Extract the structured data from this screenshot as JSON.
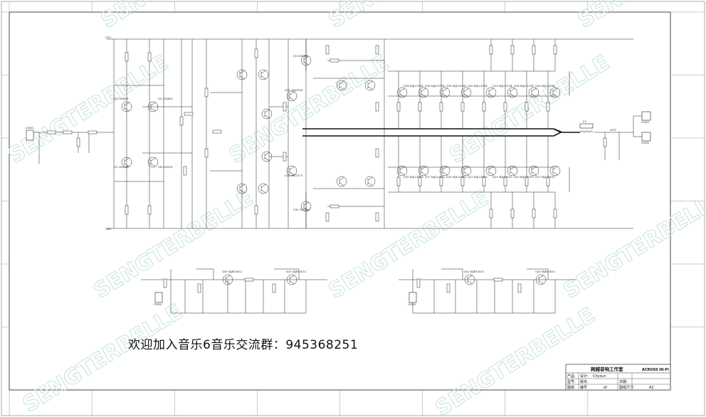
{
  "watermark": {
    "text": "SENGTERBELLE",
    "color": "#cfe8dd"
  },
  "promo_text": "欢迎加入音乐6音乐交流群：945368251",
  "title_block": {
    "studio": "跨越音响工作室",
    "brand": "ACROSS HI-FI",
    "row_labels": [
      "产品:",
      "型号:",
      "图纸:"
    ],
    "designer_label": "设计:",
    "designer": "Chysun",
    "version_label": "版本:",
    "date_label": "日期:",
    "scale_label": "图纸尺寸:",
    "sheet_size": "A2",
    "sheet_label": "编号",
    "of_label": "of"
  },
  "rails": {
    "pos": "VCC",
    "neg": "VEE"
  },
  "labels": {
    "input_conn": "CON1",
    "out_conn_top": "CON2",
    "out_conn_bot": "CON2",
    "ps_conn_left": "CON3",
    "ps_conn_right": "CON3",
    "inductor": "L1",
    "out_label": "OUT",
    "top_transistors": [
      "Q14 MJL21194",
      "Q16 MJL21194",
      "Q18 MJL21194",
      "Q20 MJL21194",
      "Q22 MJL21194",
      "Q24 MJL21194",
      "Q26 MJL21194"
    ],
    "bot_transistors": [
      "Q15 MJL21193",
      "Q17 MJL21193",
      "Q19 MJL21193",
      "Q21 MJL21193",
      "Q23 MJL21193",
      "Q25 MJL21193",
      "Q27 MJL21193"
    ],
    "input_pair": [
      "Q1 2N5401",
      "Q3 2N5401",
      "Q2 2N5551",
      "Q4 2N5551"
    ],
    "vas": [
      "Q9 2N5401",
      "Q10 2N5551",
      "Q11 2SA1930",
      "Q12 2SC5171"
    ],
    "ps_reg": [
      "Q30 MJE15032",
      "Q31 MJE15033",
      "Q32 MJE15032",
      "Q33 MJE15033"
    ]
  }
}
